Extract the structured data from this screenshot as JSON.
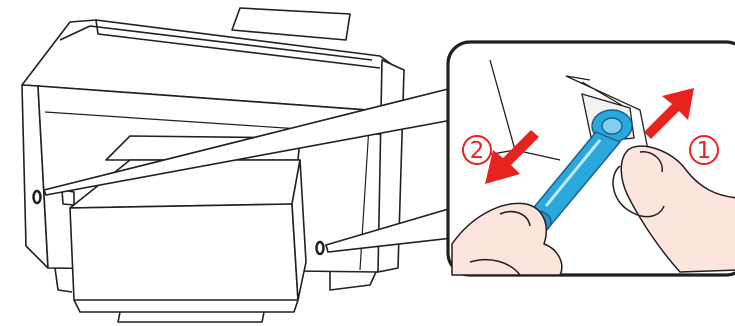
{
  "illustration": {
    "steps": [
      {
        "number": "1",
        "direction": "pull-up-right"
      },
      {
        "number": "2",
        "direction": "pull-down-left"
      }
    ],
    "colors": {
      "arrow": "#e8231f",
      "plug": "#2aa8dc",
      "outline": "#231f20",
      "skin": "#fbe5dc"
    }
  }
}
